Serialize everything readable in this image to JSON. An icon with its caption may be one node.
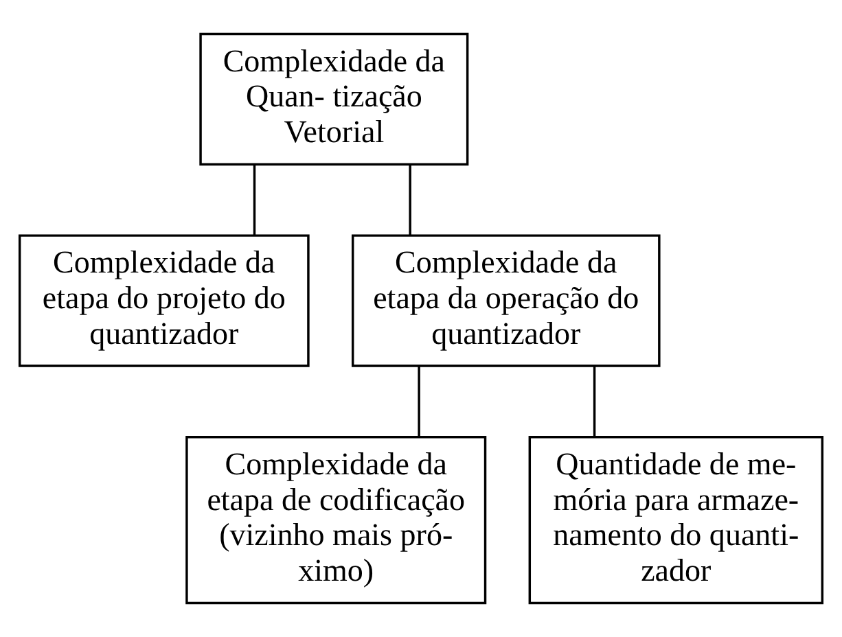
{
  "diagram": {
    "nodes": [
      {
        "text": [
          "Complexidade da Quan- tização Vetorial"
        ]
      },
      {
        "text": [
          "Complexidade da etapa do projeto do quantizador"
        ]
      },
      {
        "text": [
          "Complexidade da etapa da operação do quantizador"
        ]
      },
      {
        "text": [
          "Complexidade da etapa de codificação (vizinho mais pró- ximo)"
        ]
      },
      {
        "text": [
          "Quantidade de me- mória para armaze- namento do quanti- zador"
        ]
      }
    ],
    "edges": [
      {
        "from": 0,
        "to": 1,
        "arrow": "none"
      },
      {
        "from": 0,
        "to": 2,
        "arrow": "none"
      },
      {
        "from": 2,
        "to": 3,
        "arrow": "none"
      },
      {
        "from": 2,
        "to": 4,
        "arrow": "none"
      }
    ]
  }
}
